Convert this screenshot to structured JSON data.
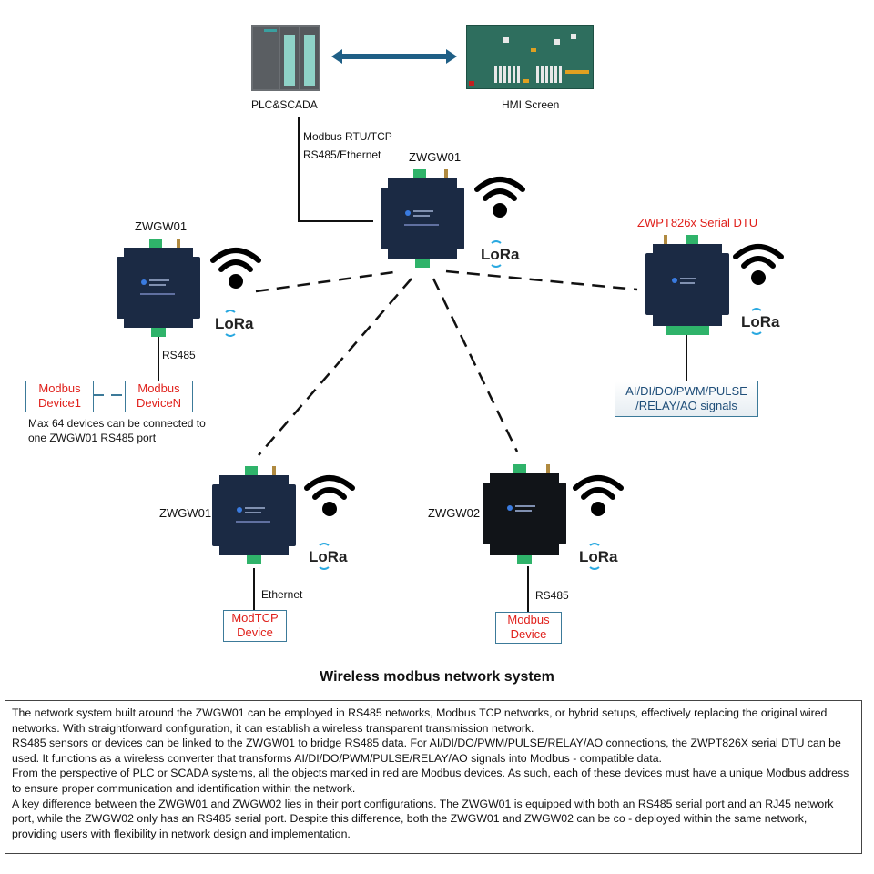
{
  "diagram": {
    "title": "Wireless modbus network system",
    "top": {
      "plc_label": "PLC&SCADA",
      "hmi_label": "HMI Screen",
      "link_label_line1": "Modbus RTU/TCP",
      "link_label_line2": "RS485/Ethernet"
    },
    "nodes": {
      "center": {
        "label": "ZWGW01"
      },
      "left": {
        "label": "ZWGW01",
        "link_label": "RS485",
        "device1_line1": "Modbus",
        "device1_line2": "Device1",
        "deviceN_line1": "Modbus",
        "deviceN_line2": "DeviceN",
        "note_line1": "Max 64 devices can be connected to",
        "note_line2": "one ZWGW01 RS485 port"
      },
      "right": {
        "label": "ZWPT826x Serial DTU",
        "signals_line1": "AI/DI/DO/PWM/PULSE",
        "signals_line2": "/RELAY/AO signals"
      },
      "bottom_left": {
        "label": "ZWGW01",
        "link_label": "Ethernet",
        "device_line1": "ModTCP",
        "device_line2": "Device"
      },
      "bottom_right": {
        "label": "ZWGW02",
        "link_label": "RS485",
        "device_line1": "Modbus",
        "device_line2": "Device"
      }
    },
    "icons": {
      "wireless": "wifi-icon",
      "lora": "lora-logo",
      "lora_text": "LoRa"
    },
    "colors": {
      "device_text_red": "#e0201b",
      "box_border": "#3c7a99",
      "signal_text": "#1f4e79",
      "gateway_body": "#1b2a44",
      "terminal_green": "#2fb36a",
      "arrow": "#1f5f86",
      "lora_waves": "#29a8e0"
    },
    "description": [
      "The network system built around the ZWGW01 can be employed in RS485 networks, Modbus TCP networks, or hybrid setups, effectively replacing the original wired networks. With straightforward configuration, it can establish a wireless transparent transmission network.",
      "RS485 sensors or devices can be linked to the ZWGW01 to bridge RS485 data. For AI/DI/DO/PWM/PULSE/RELAY/AO connections, the ZWPT826X serial DTU can be used. It functions as a wireless converter that transforms AI/DI/DO/PWM/PULSE/RELAY/AO signals into Modbus - compatible data.",
      "From the perspective of PLC or SCADA systems, all the objects marked in red are Modbus devices. As such, each of these devices must have a unique Modbus address to ensure proper communication and identification within the network.",
      "A key difference between the ZWGW01 and ZWGW02 lies in their port configurations. The ZWGW01 is equipped with both an RS485 serial port and an RJ45 network port, while the ZWGW02 only has an RS485 serial port. Despite this difference, both the ZWGW01 and ZWGW02 can be co - deployed within the same network, providing users with flexibility in network design and implementation."
    ]
  }
}
